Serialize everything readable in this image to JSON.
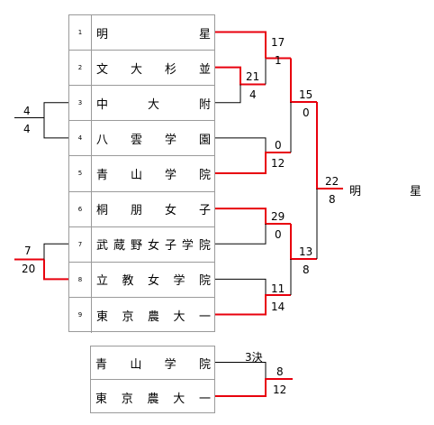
{
  "teams": [
    {
      "seed": "1",
      "name": "明星"
    },
    {
      "seed": "2",
      "name": "文大杉並"
    },
    {
      "seed": "3",
      "name": "中大附"
    },
    {
      "seed": "4",
      "name": "八雲学園"
    },
    {
      "seed": "5",
      "name": "青山学院"
    },
    {
      "seed": "6",
      "name": "桐朋女子"
    },
    {
      "seed": "7",
      "name": "武蔵野女子学院"
    },
    {
      "seed": "8",
      "name": "立教女学院"
    },
    {
      "seed": "9",
      "name": "東京農大一"
    }
  ],
  "scores": {
    "r0_a_top": "4",
    "r0_a_bot": "4",
    "r0_b_top": "7",
    "r0_b_bot": "20",
    "r1_a_top": "21",
    "r1_a_bot": "4",
    "r1_b_top": "17",
    "r1_b_bot": "1",
    "r1_c_top": "0",
    "r1_c_bot": "12",
    "r1_d_top": "29",
    "r1_d_bot": "0",
    "r1_e_top": "11",
    "r1_e_bot": "14",
    "r2_a_top": "15",
    "r2_a_bot": "0",
    "r2_b_top": "13",
    "r2_b_bot": "8",
    "final_top": "22",
    "final_bot": "8"
  },
  "champion": "明星",
  "third_place": {
    "label": "3決",
    "teams": [
      "青山学院",
      "東京農大一"
    ],
    "score_top": "8",
    "score_bot": "12"
  },
  "colors": {
    "win": "#e8000d",
    "line": "#000000",
    "border": "#9a9a9a"
  }
}
